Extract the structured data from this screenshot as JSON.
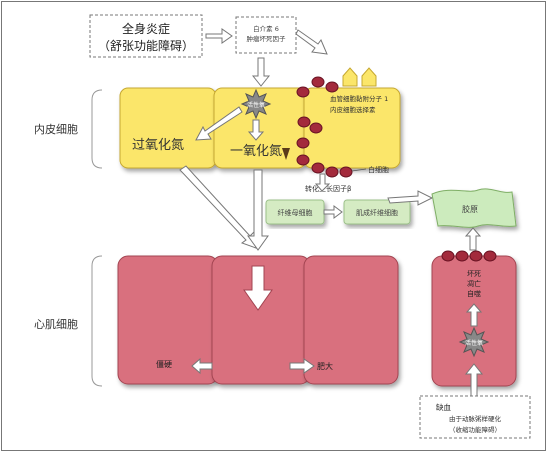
{
  "top": {
    "systemic_title": "全身炎症",
    "systemic_sub": "（舒张功能障碍）",
    "cytokine_line1": "白介素 6",
    "cytokine_line2": "肿瘤坏死因子"
  },
  "sections": {
    "endothelial": "内皮细胞",
    "cardiomyocyte": "心肌细胞"
  },
  "endothelium": {
    "peroxynitrite": "过氧化氮",
    "nitric_oxide": "一氧化氮",
    "ros_star": "活性氧",
    "adhesion_line1": "血管细胞黏附分子 1",
    "adhesion_line2": "内皮细胞选择素",
    "leukocyte": "白细胞"
  },
  "fibrosis": {
    "tgf": "转化生长因子β",
    "fibroblast": "纤维母细胞",
    "myofibroblast": "肌成纤维细胞",
    "collagen": "胶原"
  },
  "myocardium": {
    "stiffness": "僵硬",
    "hypertrophy": "肥大",
    "death_line1": "坏死",
    "death_line2": "凋亡",
    "death_line3": "自噬",
    "ros_star": "活性氧"
  },
  "ischemia": {
    "title": "缺血",
    "line1": "由于动脉粥样硬化",
    "line2": "（收缩功能障碍）"
  },
  "colors": {
    "endothelial_fill": "#fbe66a",
    "myocyte_fill": "#d9707e",
    "fibro_fill": "#d5ebc3",
    "collagen_fill": "#ccebbd",
    "leukocyte_fill": "#a32a3c",
    "star_fill": "#888888"
  }
}
